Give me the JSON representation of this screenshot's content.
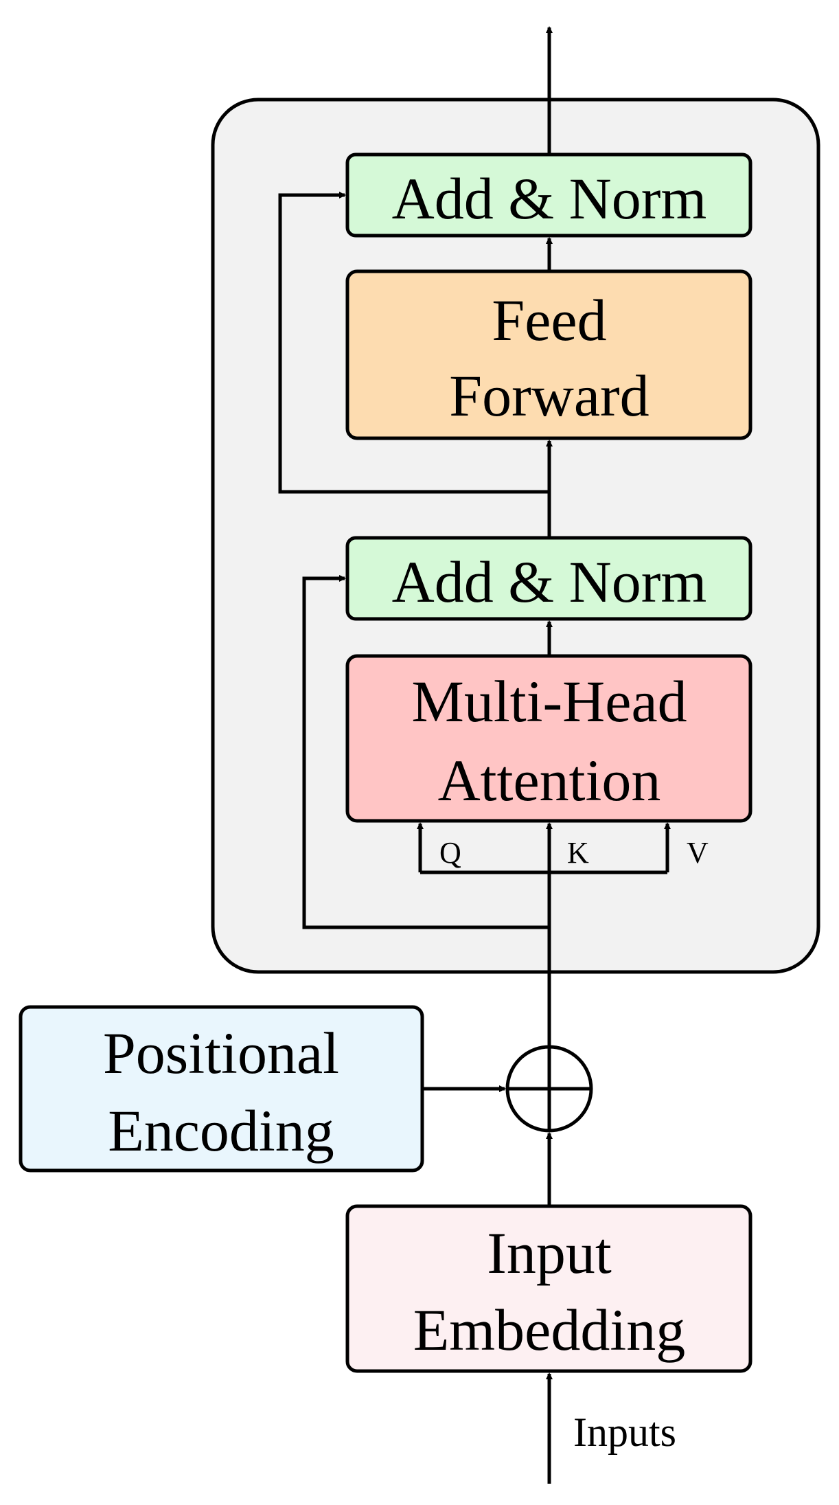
{
  "blocks": {
    "add_norm_top": {
      "label": "Add & Norm"
    },
    "feed_forward": {
      "line1": "Feed",
      "line2": "Forward"
    },
    "add_norm_bottom": {
      "label": "Add & Norm"
    },
    "multi_head_attention": {
      "line1": "Multi-Head",
      "line2": "Attention"
    },
    "positional_encoding": {
      "line1": "Positional",
      "line2": "Encoding"
    },
    "input_embedding": {
      "line1": "Input",
      "line2": "Embedding"
    }
  },
  "attention_inputs": {
    "q": "Q",
    "k": "K",
    "v": "V"
  },
  "inputs_label": "Inputs",
  "colors": {
    "encoder_background": "#f2f2f2",
    "add_norm": "#d5f9d7",
    "feed_forward": "#fddcb0",
    "multi_head_attention": "#ffc5c5",
    "positional_encoding": "#e9f6fd",
    "input_embedding": "#fdf0f2"
  }
}
